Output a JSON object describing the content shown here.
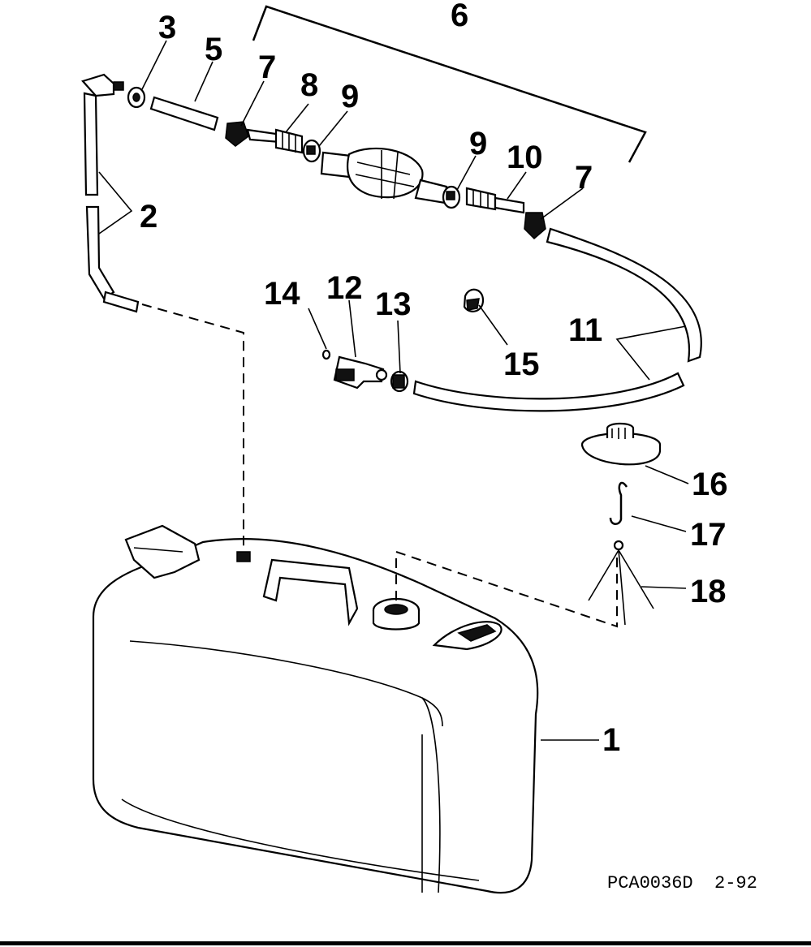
{
  "callouts": {
    "c1": "1",
    "c2": "2",
    "c3": "3",
    "c5": "5",
    "c6": "6",
    "c7a": "7",
    "c7b": "7",
    "c8": "8",
    "c9a": "9",
    "c9b": "9",
    "c10": "10",
    "c11": "11",
    "c12": "12",
    "c13": "13",
    "c14": "14",
    "c15": "15",
    "c16": "16",
    "c17": "17",
    "c18": "18"
  },
  "figure_code": "PCA0036D  2-92"
}
